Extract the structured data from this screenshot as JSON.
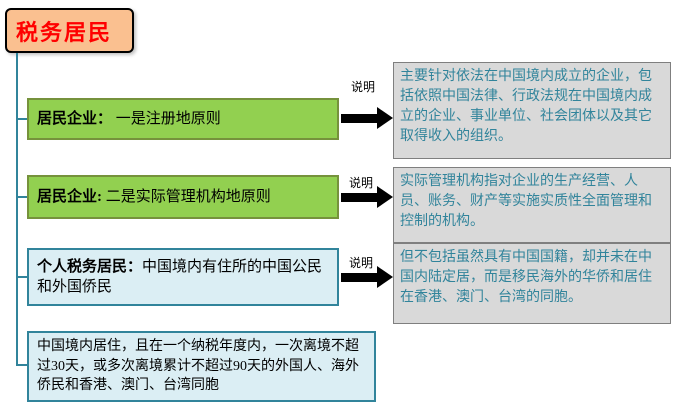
{
  "title": {
    "label": "税务居民"
  },
  "nodes": [
    {
      "bold": "居民企业：",
      "rest": " 一是注册地原则"
    },
    {
      "bold": "居民企业:",
      "rest": " 二是实际管理机构地原则"
    },
    {
      "bold": "个人税务居民：",
      "rest": "中国境内有住所的中国公民和外国侨民"
    },
    {
      "bold": "",
      "rest": "中国境内居住，且在一个纳税年度内，一次离境不超过30天，或多次离境累计不超过90天的外国人、海外侨民和香港、澳门、台湾同胞"
    }
  ],
  "callouts": [
    {
      "label": "说明",
      "text": "主要针对依法在中国境内成立的企业，包括依照中国法律、行政法规在中国境内成立的企业、事业单位、社会团体以及其它取得收入的组织。"
    },
    {
      "label": "说明",
      "text": "实际管理机构指对企业的生产经营、人员、账务、财产等实施实质性全面管理和控制的机构。"
    },
    {
      "label": "说明",
      "text": "但不包括虽然具有中国国籍，却并未在中国内陆定居，而是移民海外的华侨和居住在香港、澳门、台湾的同胞。"
    }
  ],
  "colors": {
    "title_fill": "#FAC090",
    "title_text": "#FF0000",
    "green_fill": "#92D050",
    "green_border": "#76923C",
    "blue_fill": "#DBEEF4",
    "blue_border": "#31849B",
    "gray_fill": "#D9D9D9",
    "gray_border": "#7F7F7F",
    "note_text": "#31849B",
    "connector": "#31849B",
    "arrow": "#000000"
  }
}
